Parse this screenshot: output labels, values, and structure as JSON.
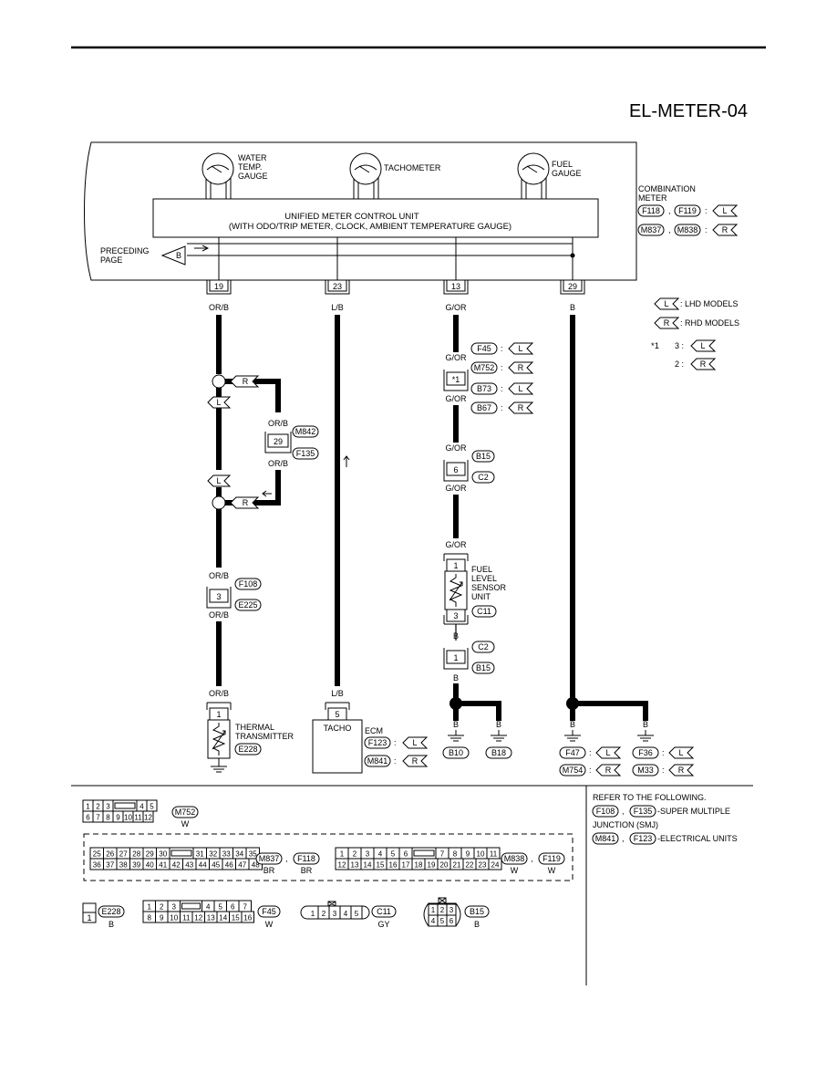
{
  "page": {
    "title": "EL-METER-04"
  },
  "meter": {
    "gauges": [
      {
        "name": "WATER TEMP. GAUGE",
        "lines": [
          "WATER",
          "TEMP.",
          "GAUGE"
        ]
      },
      {
        "name": "TACHOMETER",
        "lines": [
          "TACHOMETER"
        ]
      },
      {
        "name": "FUEL GAUGE",
        "lines": [
          "FUEL",
          "GAUGE"
        ]
      }
    ],
    "unit_line1": "UNIFIED METER CONTROL UNIT",
    "unit_line2": "(WITH ODO/TRIP METER, CLOCK, AMBIENT TEMPERATURE GAUGE)",
    "preceding_line1": "PRECEDING",
    "preceding_line2": "PAGE",
    "preceding_tag": "B",
    "combo_line1": "COMBINATION",
    "combo_line2": "METER",
    "combo_connectors": [
      {
        "a": "F118",
        "b": "F119",
        "model": "L"
      },
      {
        "a": "M837",
        "b": "M838",
        "model": "R"
      }
    ],
    "terminals": [
      "19",
      "23",
      "13",
      "29"
    ],
    "terminal_wires": [
      "OR/B",
      "L/B",
      "G/OR",
      "B"
    ]
  },
  "legend": {
    "lhd": {
      "tag": "L",
      "label": ": LHD MODELS"
    },
    "rhd": {
      "tag": "R",
      "label": ": RHD MODELS"
    },
    "star": "*1",
    "star_rows": [
      {
        "num": "3 :",
        "tag": "L"
      },
      {
        "num": "2 :",
        "tag": "R"
      }
    ]
  },
  "col1": {
    "junction_tags": [
      "R",
      "L",
      "L",
      "R"
    ],
    "smj_wire_top": "OR/B",
    "smj_wire_bottom": "OR/B",
    "smj_pin": "29",
    "smj_conn_top": "M842",
    "smj_conn_bottom": "F135",
    "f108_wire_top": "OR/B",
    "f108_wire_bottom": "OR/B",
    "f108_pin": "3",
    "f108_conn_top": "F108",
    "f108_conn_bottom": "E225",
    "thermal_wire": "OR/B",
    "thermal_pin": "1",
    "thermal_lines": [
      "THERMAL",
      "TRANSMITTER"
    ],
    "thermal_conn": "E228"
  },
  "col2": {
    "ecm_wire": "L/B",
    "ecm_pin": "5",
    "ecm_box_label": "TACHO",
    "ecm_label": "ECM",
    "ecm_conns": [
      {
        "c": "F123",
        "model": "L"
      },
      {
        "c": "M841",
        "model": "R"
      }
    ]
  },
  "col3": {
    "star_wire_top": "G/OR",
    "star_wire_bottom": "G/OR",
    "star_pin": "*1",
    "star_conns": [
      {
        "c": "F45",
        "model": "L"
      },
      {
        "c": "M752",
        "model": "R"
      },
      {
        "c": "B73",
        "model": "L"
      },
      {
        "c": "B67",
        "model": "R"
      }
    ],
    "b15_wire_top": "G/OR",
    "b15_wire_bottom": "G/OR",
    "b15_pin": "6",
    "b15_conn_top": "B15",
    "b15_conn_bottom": "C2",
    "sensor_wire_top": "G/OR",
    "sensor_pin_top": "1",
    "sensor_pin_bottom": "3",
    "sensor_lines": [
      "FUEL",
      "LEVEL",
      "SENSOR",
      "UNIT"
    ],
    "sensor_conn": "C11",
    "sensor_wire_bottom": "B",
    "c2_pin": "1",
    "c2_conn_top": "C2",
    "c2_conn_bottom": "B15",
    "c2_wire_bottom": "B",
    "grounds": [
      {
        "wire": "B",
        "conn": "B10"
      },
      {
        "wire": "B",
        "conn": "B18"
      }
    ]
  },
  "col4": {
    "grounds": [
      {
        "wire": "B",
        "conns": [
          {
            "c": "F47",
            "model": "L"
          },
          {
            "c": "M754",
            "model": "R"
          }
        ]
      },
      {
        "wire": "B",
        "conns": [
          {
            "c": "F36",
            "model": "L"
          },
          {
            "c": "M33",
            "model": "R"
          }
        ]
      }
    ]
  },
  "connectors_section": {
    "m752": {
      "row1": [
        "1",
        "2",
        "3",
        "",
        "4",
        "5"
      ],
      "row2": [
        "6",
        "7",
        "8",
        "9",
        "10",
        "11",
        "12"
      ],
      "name": "M752",
      "color": "W"
    },
    "m837": {
      "row1": [
        "25",
        "26",
        "27",
        "28",
        "29",
        "30",
        "",
        "31",
        "32",
        "33",
        "34",
        "35"
      ],
      "row2": [
        "36",
        "37",
        "38",
        "39",
        "40",
        "41",
        "42",
        "43",
        "44",
        "45",
        "46",
        "47",
        "48"
      ],
      "name1": "M837",
      "name2": "F118",
      "color1": "BR",
      "color2": "BR"
    },
    "m838": {
      "row1": [
        "1",
        "2",
        "3",
        "4",
        "5",
        "6",
        "",
        "7",
        "8",
        "9",
        "10",
        "11"
      ],
      "row2": [
        "12",
        "13",
        "14",
        "15",
        "16",
        "17",
        "18",
        "19",
        "20",
        "21",
        "22",
        "23",
        "24"
      ],
      "name1": "M838",
      "name2": "F119",
      "color1": "W",
      "color2": "W"
    },
    "e228": {
      "pin": "1",
      "name": "E228",
      "color": "B"
    },
    "f45": {
      "row1": [
        "1",
        "2",
        "3",
        "",
        "4",
        "5",
        "6",
        "7"
      ],
      "row2": [
        "8",
        "9",
        "10",
        "11",
        "12",
        "13",
        "14",
        "15",
        "16"
      ],
      "name": "F45",
      "color": "W"
    },
    "c11": {
      "pins": [
        "1",
        "2",
        "3",
        "4",
        "5"
      ],
      "name": "C11",
      "color": "GY"
    },
    "b15": {
      "row1": [
        "1",
        "2",
        "3"
      ],
      "row2": [
        "4",
        "5",
        "6"
      ],
      "name": "B15",
      "color": "B"
    }
  },
  "refer": {
    "line1": "REFER TO THE FOLLOWING.",
    "r1a": "F108",
    "r1b": "F135",
    "r1text": "-SUPER MULTIPLE",
    "line3": "JUNCTION (SMJ)",
    "r2a": "M841",
    "r2b": "F123",
    "r2text": "-ELECTRICAL UNITS"
  }
}
